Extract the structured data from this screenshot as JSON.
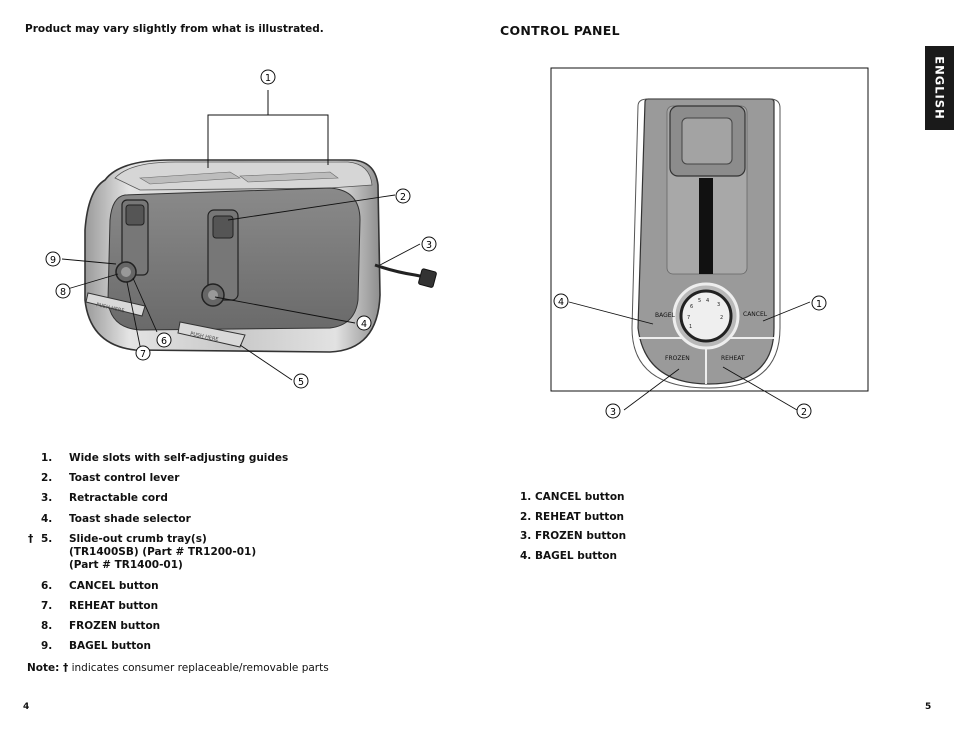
{
  "header": {
    "note": "Product may vary slightly from what is illustrated.",
    "control_panel_title": "CONTROL PANEL",
    "language_tab": "ENGLISH"
  },
  "toaster_diagram": {
    "callouts": [
      "1",
      "2",
      "3",
      "4",
      "5",
      "6",
      "7",
      "8",
      "9"
    ],
    "slot_tray_labels": [
      "PUSH HERE",
      "PUSH HERE"
    ]
  },
  "control_panel_diagram": {
    "button_labels": {
      "bagel": "BAGEL",
      "cancel": "CANCEL",
      "frozen": "FROZEN",
      "reheat": "REHEAT"
    },
    "dial_numbers": [
      "1",
      "2",
      "3",
      "4",
      "5",
      "6",
      "7"
    ],
    "callouts": [
      "4",
      "1",
      "3",
      "2"
    ]
  },
  "parts": [
    {
      "num": "1.",
      "dagger": "",
      "lines": [
        "Wide slots with self-adjusting guides"
      ]
    },
    {
      "num": "2.",
      "dagger": "",
      "lines": [
        "Toast control lever"
      ]
    },
    {
      "num": "3.",
      "dagger": "",
      "lines": [
        "Retractable cord"
      ]
    },
    {
      "num": "4.",
      "dagger": "",
      "lines": [
        "Toast shade selector"
      ]
    },
    {
      "num": "5.",
      "dagger": "†",
      "lines": [
        "Slide-out crumb tray(s)",
        "(TR1400SB) (Part # TR1200-01)",
        "(Part # TR1400-01)"
      ]
    },
    {
      "num": "6.",
      "dagger": "",
      "lines": [
        "CANCEL button"
      ]
    },
    {
      "num": "7.",
      "dagger": "",
      "lines": [
        "REHEAT button"
      ]
    },
    {
      "num": "8.",
      "dagger": "",
      "lines": [
        "FROZEN button"
      ]
    },
    {
      "num": "9.",
      "dagger": "",
      "lines": [
        "BAGEL button"
      ]
    }
  ],
  "footnote": {
    "label": "Note: †",
    "text": " indicates consumer replaceable/removable parts"
  },
  "control_panel_parts": [
    "1. CANCEL button",
    "2. REHEAT button",
    "3. FROZEN button",
    "4. BAGEL button"
  ],
  "page_numbers": {
    "left": "4",
    "right": "5"
  }
}
